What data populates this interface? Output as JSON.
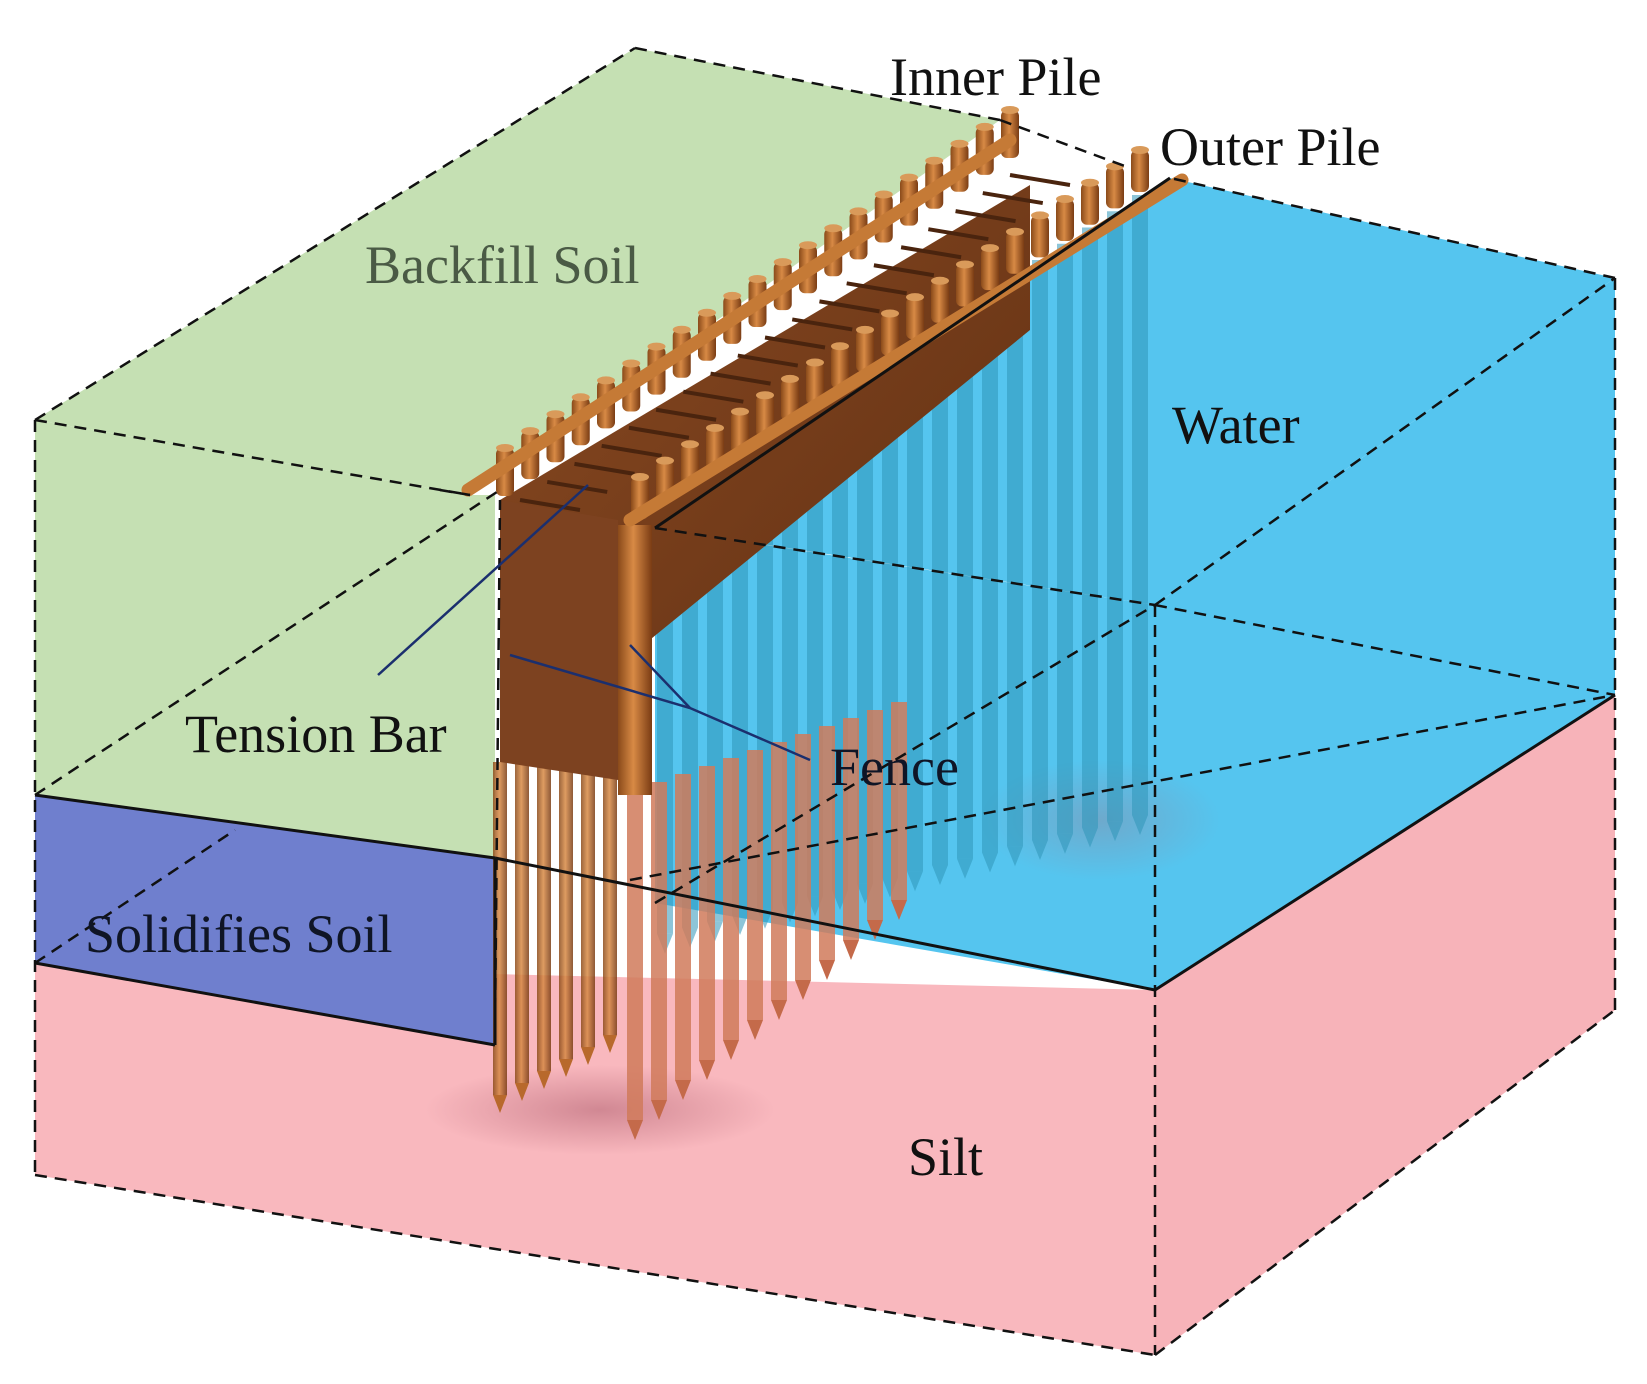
{
  "labels": {
    "inner_pile": "Inner Pile",
    "outer_pile": "Outer Pile",
    "backfill_soil": "Backfill Soil",
    "water": "Water",
    "tension_bar": "Tension Bar",
    "fence": "Fence",
    "solidified_soil": "Solidifies Soil",
    "silt": "Silt"
  },
  "colors": {
    "backfill_soil": "#c5e0b3",
    "solidified_soil": "#6f7fce",
    "silt": "#f9b8be",
    "water": "#55c5ef",
    "pile": "#b8692c",
    "fence": "#7a3f1c",
    "leader_line": "#1b2f6e"
  },
  "pile_rows": {
    "inner_row_count": 21,
    "outer_row_count": 21
  }
}
